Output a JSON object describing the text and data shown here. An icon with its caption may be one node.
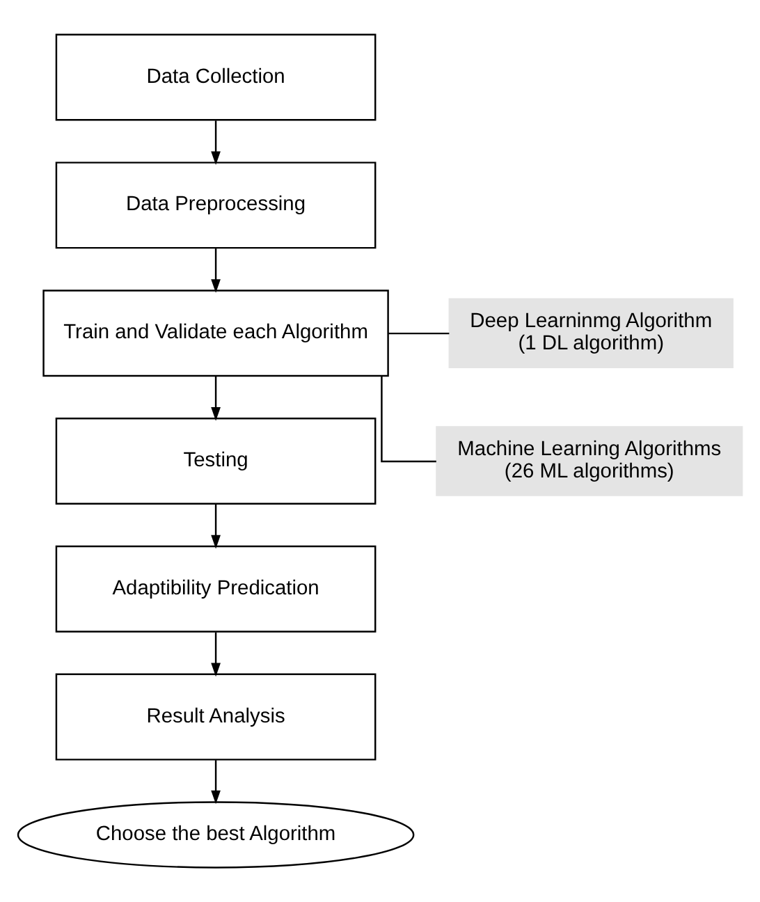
{
  "diagram": {
    "nodes": [
      {
        "text": [
          "Data Collection"
        ]
      },
      {
        "text": [
          "Data Preprocessing"
        ]
      },
      {
        "text": [
          "Train and Validate each Algorithm"
        ]
      },
      {
        "text": [
          "Testing"
        ]
      },
      {
        "text": [
          "Adaptibility Predication"
        ]
      },
      {
        "text": [
          "Result Analysis"
        ]
      },
      {
        "text": [
          "Choose the best Algorithm"
        ]
      },
      {
        "text": [
          "Deep Learninmg Algorithm",
          "(1 DL algorithm)"
        ]
      },
      {
        "text": [
          "Machine Learning Algorithms",
          "(26 ML algorithms)"
        ]
      }
    ],
    "edges": [
      {
        "from": 0,
        "to": 1,
        "arrow": "to"
      },
      {
        "from": 1,
        "to": 2,
        "arrow": "to"
      },
      {
        "from": 2,
        "to": 3,
        "arrow": "to"
      },
      {
        "from": 3,
        "to": 4,
        "arrow": "to"
      },
      {
        "from": 4,
        "to": 5,
        "arrow": "to"
      },
      {
        "from": 5,
        "to": 6,
        "arrow": "to"
      },
      {
        "from": 7,
        "to": 2,
        "arrow": "none"
      },
      {
        "from": 8,
        "to": 2,
        "arrow": "none"
      }
    ]
  }
}
